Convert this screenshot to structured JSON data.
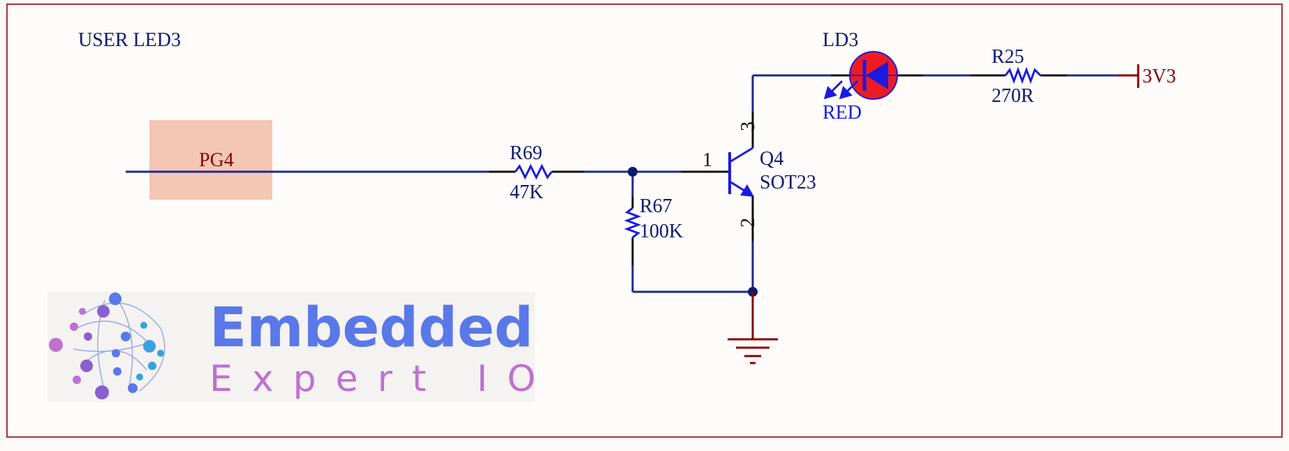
{
  "title": "USER LED3",
  "net_label": "PG4",
  "components": {
    "r69": {
      "designator": "R69",
      "value": "47K"
    },
    "r67": {
      "designator": "R67",
      "value": "100K"
    },
    "q4": {
      "designator": "Q4",
      "package": "SOT23",
      "pin_base": "1",
      "pin_collector": "3",
      "pin_emitter": "2"
    },
    "ld3": {
      "designator": "LD3",
      "color_label": "RED"
    },
    "r25": {
      "designator": "R25",
      "value": "270R"
    }
  },
  "power": {
    "label": "3V3"
  },
  "logo": {
    "line1": "Embedded",
    "line2": "Expert IO"
  },
  "colors": {
    "wire": "#1c2a8c",
    "component": "#1a1ae0",
    "designator": "#0d1a6e",
    "power": "#8b0000",
    "net_highlight": "#f4c6b4",
    "led_fill": "#ee1b24",
    "border": "#a8323a",
    "logo_primary": "#5a78e8",
    "logo_secondary": "#c070d0"
  }
}
